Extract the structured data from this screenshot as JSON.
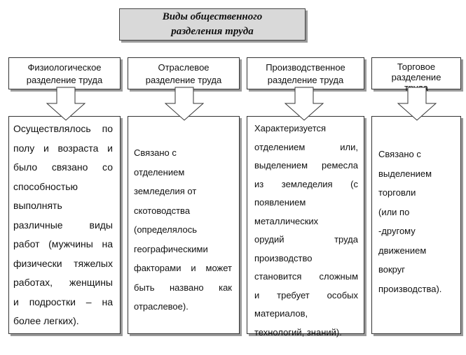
{
  "title": {
    "lines": [
      "Виды общественного",
      "разделения труда"
    ]
  },
  "columns": [
    {
      "header": [
        "Физиологическое",
        "разделение труда"
      ],
      "body": [
        "Осуществлялось по",
        "полу и возраста и",
        "было связано со",
        "способностью",
        "выполнять",
        "различные виды",
        "работ (мужчины на",
        "физически тяжелых",
        "работах, женщины",
        "и подростки – на",
        "более легких)."
      ]
    },
    {
      "header": [
        "Отраслевое",
        "разделение труда"
      ],
      "body": [
        "Связано с",
        "отделением",
        "земледелия от",
        "скотоводства",
        "(определялось",
        "географическими",
        "факторами и может",
        "быть названо как",
        "отраслевое)."
      ]
    },
    {
      "header": [
        "Производственное",
        "разделение труда"
      ],
      "body": [
        "Характеризуется",
        "отделением или,",
        "выделением ремесла",
        "из земледелия (с",
        "появлением",
        "металлических",
        "орудий труда",
        "производство",
        "становится сложным",
        "и требует особых",
        "материалов,",
        "технологий, знаний)."
      ]
    },
    {
      "header": [
        "Торговое",
        "разделение",
        "труда"
      ],
      "body": [
        "Связано с",
        "выделением",
        "торговли",
        "(или по",
        "-другому",
        "движением",
        "вокруг",
        "производства)."
      ]
    }
  ]
}
